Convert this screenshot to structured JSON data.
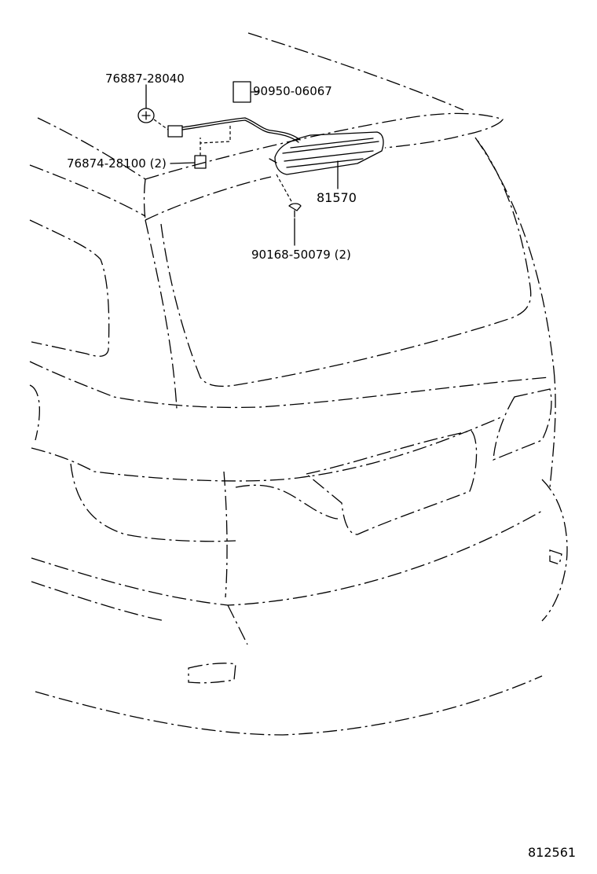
{
  "callouts": {
    "part_76887": "76887-28040",
    "part_90950": "90950-06067",
    "part_76874": "76874-28100 (2)",
    "part_81570": "81570",
    "part_90168": "90168-50079 (2)"
  },
  "figure_number": "812561",
  "colors": {
    "line": "#000000",
    "background": "#ffffff"
  }
}
